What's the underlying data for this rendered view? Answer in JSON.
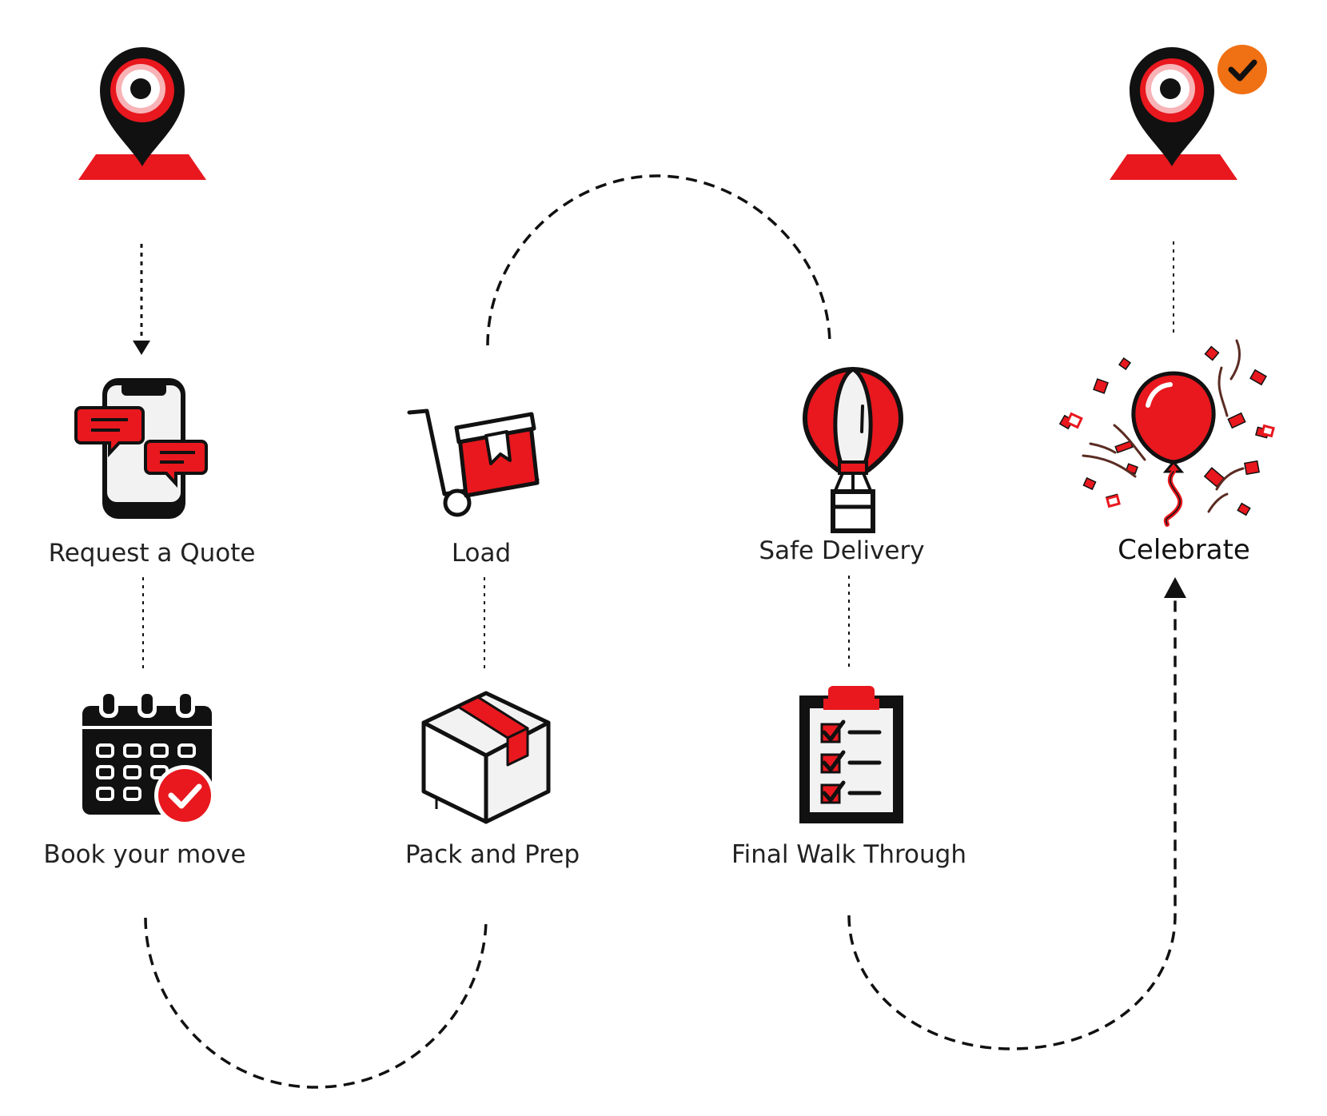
{
  "steps": [
    {
      "id": "request",
      "label": "Request a Quote",
      "icon": "phone-chat-icon"
    },
    {
      "id": "book",
      "label": "Book your move",
      "icon": "calendar-check-icon"
    },
    {
      "id": "pack",
      "label": "Pack and Prep",
      "icon": "box-icon"
    },
    {
      "id": "load",
      "label": "Load",
      "icon": "hand-truck-icon"
    },
    {
      "id": "delivery",
      "label": "Safe Delivery",
      "icon": "hot-air-balloon-icon"
    },
    {
      "id": "walkthrough",
      "label": "Final Walk Through",
      "icon": "checklist-icon"
    },
    {
      "id": "celebrate",
      "label": "Celebrate",
      "icon": "balloon-confetti-icon"
    }
  ],
  "colors": {
    "accent": "#e8181e",
    "dark": "#111111",
    "light": "#f2f2f2",
    "pink": "#f7b3b6",
    "orange": "#f07014",
    "brown": "#5a2c22"
  }
}
